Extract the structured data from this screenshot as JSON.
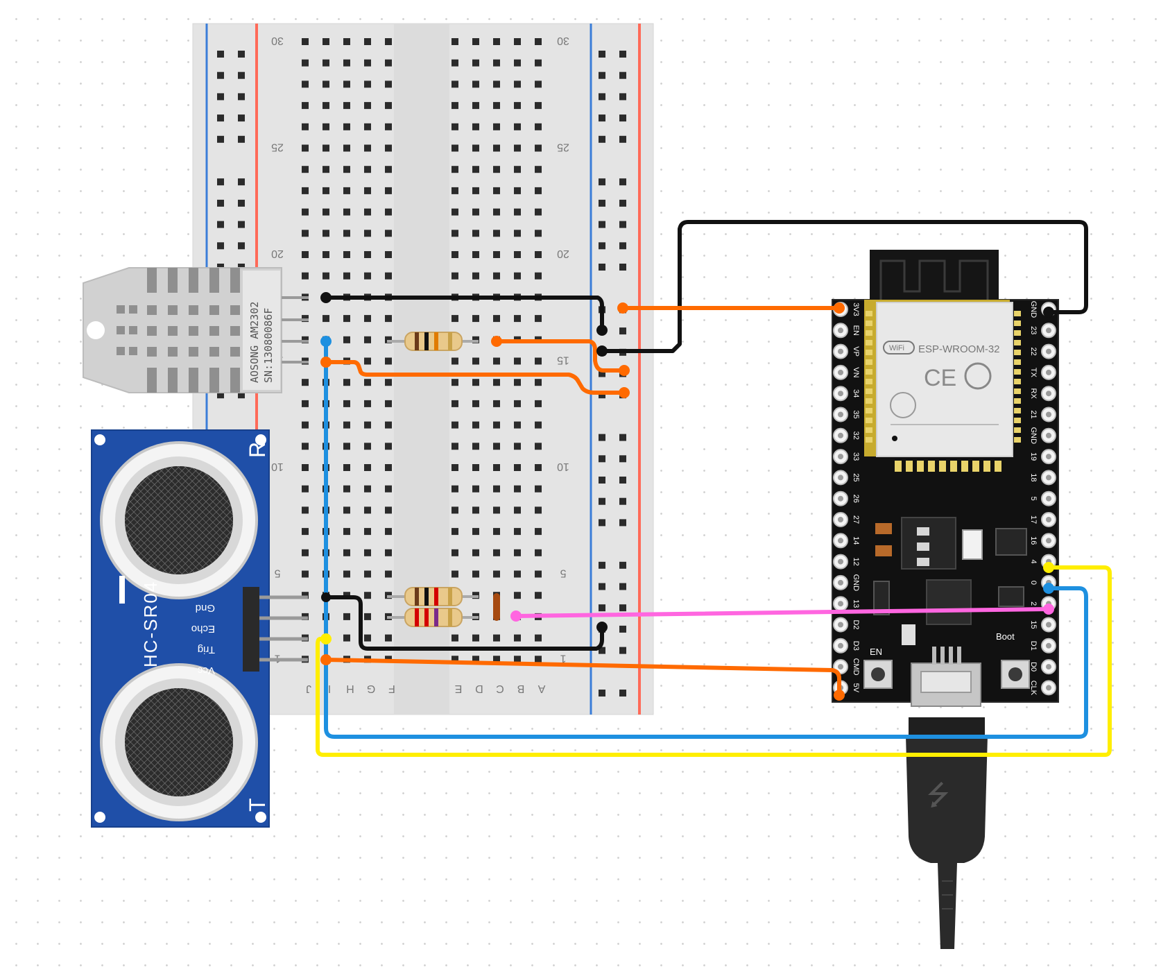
{
  "breadboard": {
    "column_letters_left": [
      "J",
      "I",
      "H",
      "G",
      "F"
    ],
    "column_letters_right": [
      "E",
      "D",
      "C",
      "B",
      "A"
    ],
    "row_numbers": [
      "30",
      "25",
      "20",
      "15",
      "10",
      "5",
      "1"
    ]
  },
  "dht22": {
    "model_label": "AOSONG AM2302",
    "serial_label": "SN:13080086F"
  },
  "hcsr04": {
    "name": "HC-SR04",
    "pins": [
      "Gnd",
      "Echo",
      "Trig",
      "Vcc"
    ],
    "receiver_mark": "R",
    "transmitter_mark": "T"
  },
  "esp32": {
    "module_label": "ESP-WROOM-32",
    "wifi_badge": "WiFi",
    "ce_mark": "CE",
    "left_pins": [
      "3V3",
      "EN",
      "VP",
      "VN",
      "34",
      "35",
      "32",
      "33",
      "25",
      "26",
      "27",
      "14",
      "12",
      "GND",
      "13",
      "D2",
      "D3",
      "CMD",
      "5V"
    ],
    "right_pins": [
      "GND",
      "23",
      "22",
      "TX",
      "RX",
      "21",
      "GND",
      "19",
      "18",
      "5",
      "17",
      "16",
      "4",
      "0",
      "2",
      "15",
      "D1",
      "D0",
      "CLK"
    ],
    "boot_label": "Boot",
    "en_label": "EN"
  },
  "wire_colors": {
    "black": "#111111",
    "orange": "#ff6a00",
    "blue": "#1e90e0",
    "yellow": "#ffee00",
    "pink": "#ff66e0"
  }
}
